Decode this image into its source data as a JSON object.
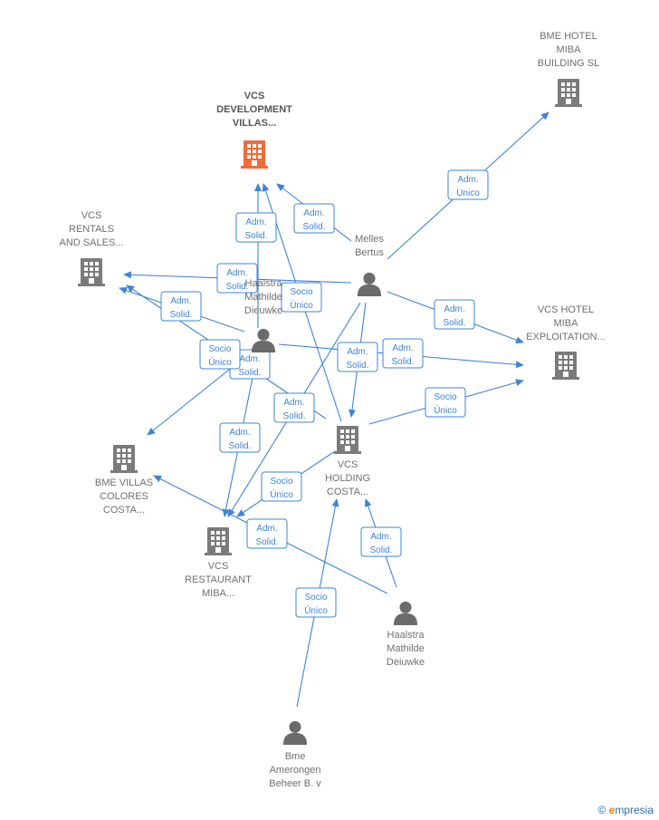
{
  "colors": {
    "edge": "#3f84d6",
    "company": "#7b7b7b",
    "focus_company": "#f06b3a",
    "person": "#6b6b6b",
    "label": "#6f6f6f"
  },
  "nodes": [
    {
      "id": "vcs-development",
      "kind": "company",
      "focus": true,
      "lines": [
        "VCS",
        "DEVELOPMENT",
        "VILLAS..."
      ]
    },
    {
      "id": "bme-hotel-building",
      "kind": "company",
      "lines": [
        "BME HOTEL",
        "MIBA",
        "BUILDING  SL"
      ]
    },
    {
      "id": "vcs-rentals",
      "kind": "company",
      "lines": [
        "VCS",
        "RENTALS",
        "AND SALES..."
      ]
    },
    {
      "id": "melles-bertus",
      "kind": "person",
      "lines": [
        "Melles",
        "Bertus"
      ]
    },
    {
      "id": "haalstra-1",
      "kind": "person",
      "lines": [
        "Haalstra",
        "Mathilde",
        "Dieuwke"
      ]
    },
    {
      "id": "vcs-hotel-exploitation",
      "kind": "company",
      "lines": [
        "VCS HOTEL",
        "MIBA",
        "EXPLOITATION..."
      ]
    },
    {
      "id": "bme-villas",
      "kind": "company",
      "lines": [
        "BME VILLAS",
        "COLORES",
        "COSTA..."
      ]
    },
    {
      "id": "vcs-holding",
      "kind": "company",
      "lines": [
        "VCS",
        "HOLDING",
        "COSTA..."
      ]
    },
    {
      "id": "vcs-restaurant",
      "kind": "company",
      "lines": [
        "VCS",
        "RESTAURANT",
        "MIBA..."
      ]
    },
    {
      "id": "haalstra-2",
      "kind": "person",
      "lines": [
        "Haalstra",
        "Mathilde",
        "Deiuwke"
      ]
    },
    {
      "id": "bme-amerongen",
      "kind": "person",
      "lines": [
        "Bme",
        "Amerongen",
        "Beheer B. v"
      ]
    }
  ],
  "edges": [
    {
      "from": "melles-bertus",
      "to": "bme-hotel-building",
      "label": [
        "Adm.",
        "Unico"
      ]
    },
    {
      "from": "melles-bertus",
      "to": "vcs-development",
      "label": [
        "Adm.",
        "Solid."
      ]
    },
    {
      "from": "melles-bertus",
      "to": "vcs-rentals",
      "label": [
        "Adm.",
        "Solid."
      ]
    },
    {
      "from": "melles-bertus",
      "to": "vcs-hotel-exploitation",
      "label": [
        "Adm.",
        "Solid."
      ]
    },
    {
      "from": "melles-bertus",
      "to": "vcs-holding",
      "label": [
        "Adm.",
        "Solid."
      ]
    },
    {
      "from": "melles-bertus",
      "to": "vcs-restaurant",
      "label": [
        "Adm.",
        "Solid."
      ]
    },
    {
      "from": "haalstra-1",
      "to": "vcs-development",
      "label": [
        "Adm.",
        "Solid."
      ]
    },
    {
      "from": "haalstra-1",
      "to": "vcs-rentals",
      "label": [
        "Adm.",
        "Solid."
      ]
    },
    {
      "from": "haalstra-1",
      "to": "vcs-hotel-exploitation",
      "label": [
        "Adm.",
        "Solid."
      ]
    },
    {
      "from": "haalstra-1",
      "to": "vcs-restaurant",
      "label": [
        "Adm.",
        "Solid."
      ]
    },
    {
      "from": "haalstra-1",
      "to": "bme-villas",
      "label": [
        "Adm.",
        "Solid."
      ]
    },
    {
      "from": "vcs-holding",
      "to": "vcs-development",
      "label": [
        "Socio",
        "Único"
      ]
    },
    {
      "from": "vcs-holding",
      "to": "vcs-rentals",
      "label": [
        "Socio",
        "Único"
      ]
    },
    {
      "from": "vcs-holding",
      "to": "vcs-hotel-exploitation",
      "label": [
        "Socio",
        "Único"
      ]
    },
    {
      "from": "vcs-holding",
      "to": "vcs-restaurant",
      "label": [
        "Socio",
        "Único"
      ]
    },
    {
      "from": "haalstra-2",
      "to": "vcs-holding",
      "label": [
        "Adm.",
        "Solid."
      ]
    },
    {
      "from": "haalstra-2",
      "to": "bme-villas",
      "label": [
        "Adm.",
        "Solid."
      ]
    },
    {
      "from": "bme-amerongen",
      "to": "vcs-holding",
      "label": [
        "Socio",
        "Único"
      ]
    }
  ],
  "footer": {
    "copyright": "©",
    "brand_initial": "e",
    "brand_rest": "mpresia"
  }
}
